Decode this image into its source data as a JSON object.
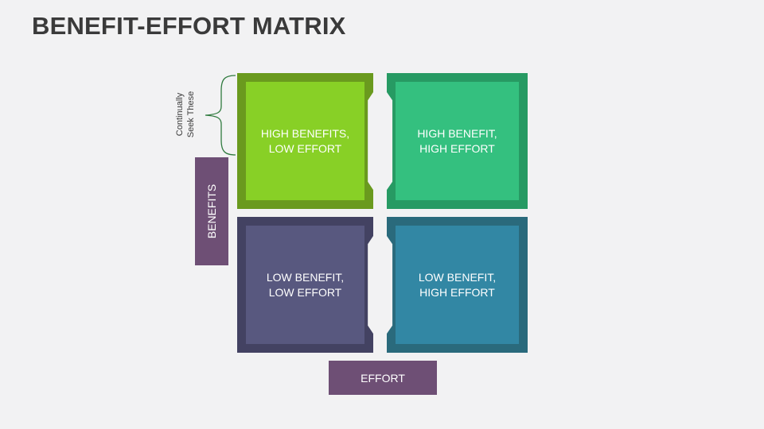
{
  "title": "BENEFIT-EFFORT MATRIX",
  "quadrants": {
    "high_benefit_low_effort": {
      "label": "HIGH BENEFITS,\nLOW EFFORT",
      "color": "#88d026"
    },
    "high_benefit_high_effort": {
      "label": "HIGH BENEFIT,\nHIGH EFFORT",
      "color": "#34c07f"
    },
    "low_benefit_low_effort": {
      "label": "LOW BENEFIT,\nLOW EFFORT",
      "color": "#58587f"
    },
    "low_benefit_high_effort": {
      "label": "LOW BENEFIT,\nHIGH EFFORT",
      "color": "#3287a4"
    }
  },
  "axes": {
    "y_label": "BENEFITS",
    "x_label": "EFFORT",
    "color": "#6e4f75"
  },
  "annotation": {
    "text": "Continually\nSeek These",
    "brace_color": "#2f7a3e"
  }
}
